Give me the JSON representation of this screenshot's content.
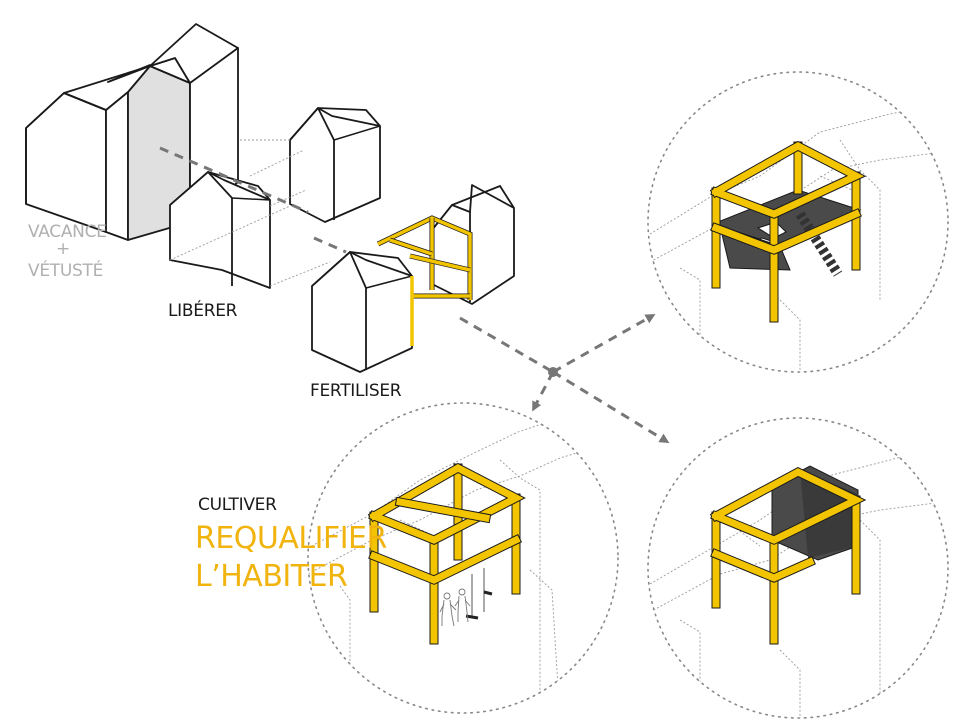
{
  "labels": {
    "vacance_line1": "VACANCE",
    "vacance_plus": "+",
    "vacance_line2": "VÉTUSTÉ",
    "liberer": "LIBÉRER",
    "fertiliser": "FERTILISER",
    "cultiver": "CULTIVER",
    "requalifier": "REQUALIFIER",
    "habiter": "L’HABITER"
  },
  "colors": {
    "accent_text": "#f1b40f",
    "frame_yellow": "#f2c500",
    "label_grey": "#b0b0b0",
    "slab_dark": "#4a4a4a"
  }
}
